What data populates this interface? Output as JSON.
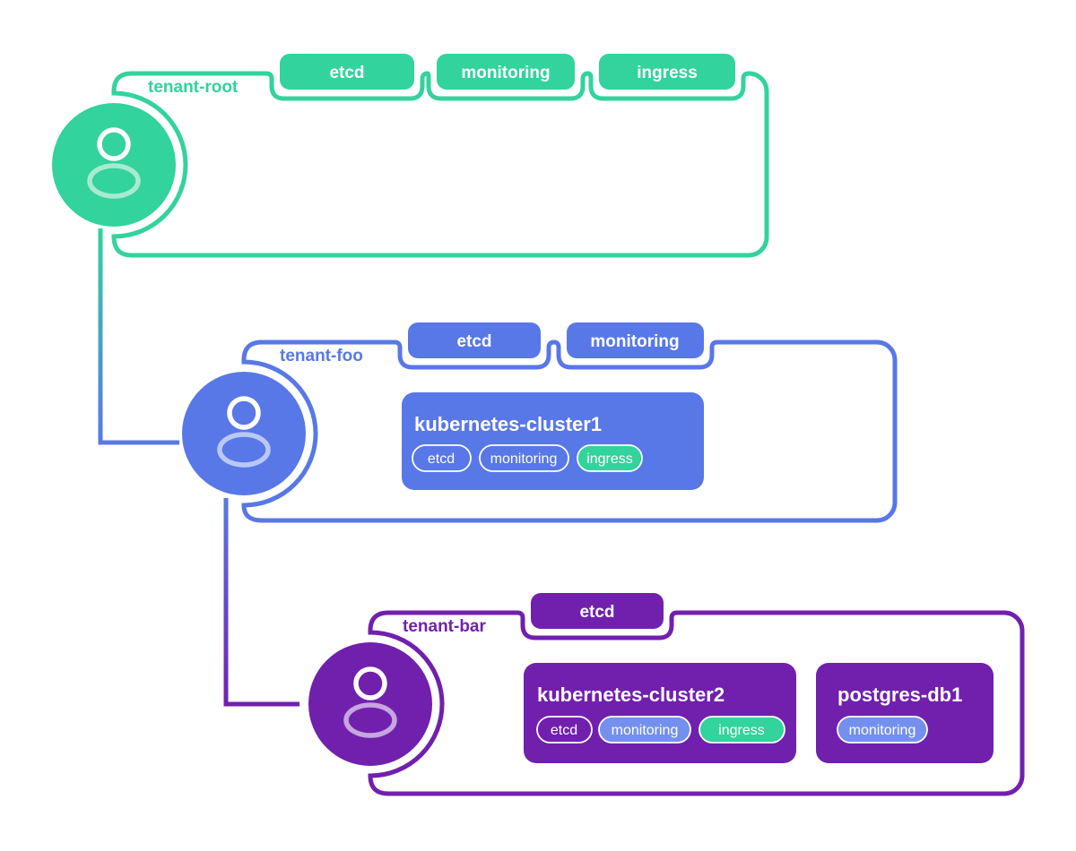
{
  "colors": {
    "green": "#32d39c",
    "green-light": "#a8ead0",
    "blue": "#5878e8",
    "blue-light": "#bac8f5",
    "purple": "#7120ae",
    "purple-light": "#c6a6de",
    "pill-blue": "#7490ef",
    "text-on-fill": "#ffffff",
    "background": "#ffffff"
  },
  "tenants": [
    {
      "label": "tenant-root",
      "color": "green",
      "namespace_pills": [
        "etcd",
        "monitoring",
        "ingress"
      ],
      "resources": []
    },
    {
      "label": "tenant-foo",
      "color": "blue",
      "namespace_pills": [
        "etcd",
        "monitoring"
      ],
      "resources": [
        {
          "title": "kubernetes-cluster1",
          "tags": [
            {
              "label": "etcd",
              "variant": "outline"
            },
            {
              "label": "monitoring",
              "variant": "outline"
            },
            {
              "label": "ingress",
              "variant": "green"
            }
          ]
        }
      ]
    },
    {
      "label": "tenant-bar",
      "color": "purple",
      "namespace_pills": [
        "etcd"
      ],
      "resources": [
        {
          "title": "kubernetes-cluster2",
          "tags": [
            {
              "label": "etcd",
              "variant": "outline"
            },
            {
              "label": "monitoring",
              "variant": "blue"
            },
            {
              "label": "ingress",
              "variant": "green"
            }
          ]
        },
        {
          "title": "postgres-db1",
          "tags": [
            {
              "label": "monitoring",
              "variant": "blue"
            }
          ]
        }
      ]
    }
  ],
  "connectors": [
    {
      "from": "tenant-root",
      "to": "tenant-foo"
    },
    {
      "from": "tenant-foo",
      "to": "tenant-bar"
    }
  ]
}
